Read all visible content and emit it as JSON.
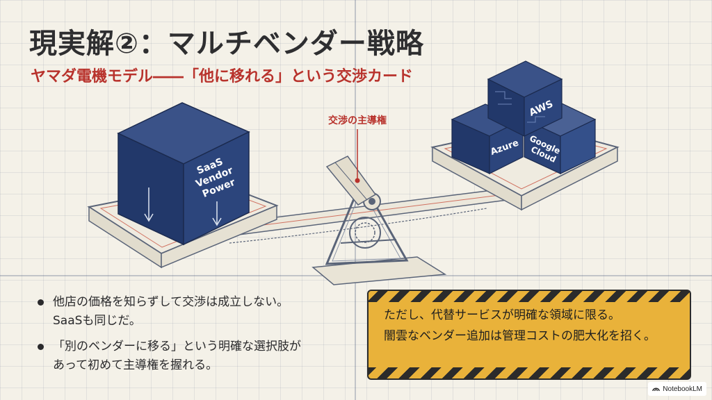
{
  "title": "現実解②：マルチベンダー戦略",
  "subtitle": "ヤマダ電機モデル――「他に移れる」という交渉カード",
  "illustration": {
    "fulcrum_label": "交渉の主導権",
    "saas_box": {
      "line1": "SaaS",
      "line2": "Vendor",
      "line3": "Power"
    },
    "cloud_boxes": {
      "top": "AWS",
      "left": "Azure",
      "right_line1": "Google",
      "right_line2": "Cloud"
    }
  },
  "bullets": [
    {
      "line1": "他店の価格を知らずして交渉は成立しない。",
      "line2": "SaaSも同じだ。"
    },
    {
      "line1": "「別のベンダーに移る」という明確な選択肢が",
      "line2": "あって初めて主導権を握れる。"
    }
  ],
  "caution": {
    "line1": "ただし、代替サービスが明確な領域に限る。",
    "line2": "闇雲なベンダー追加は管理コストの肥大化を招く。"
  },
  "badge": {
    "label": "NotebookLM",
    "icon": "notebooklm-logo-icon"
  },
  "colors": {
    "background": "#f4f1e8",
    "title": "#2e2e30",
    "accent_red": "#b8322c",
    "navy": "#22386a",
    "caution_yellow": "#e9b23a"
  }
}
